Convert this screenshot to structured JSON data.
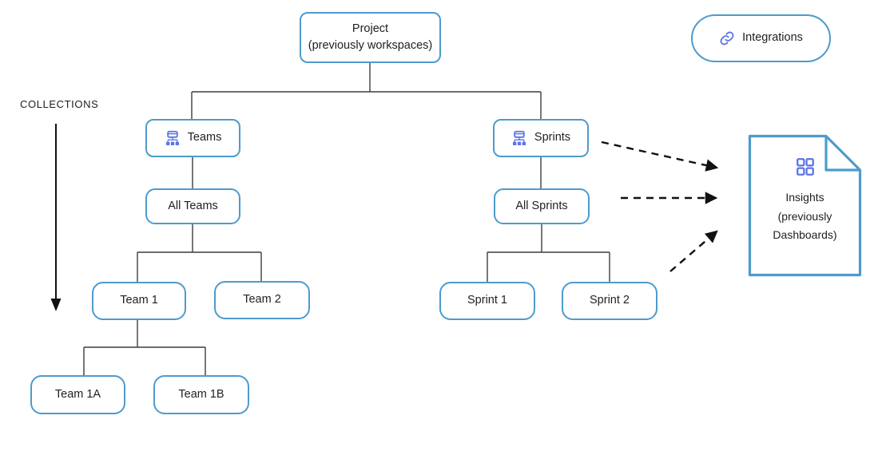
{
  "colors": {
    "node-border": "#4E9BCD",
    "icon-accent": "#5B74E6",
    "connector": "#3d3d3d",
    "arrow": "#111111",
    "text": "#1f1f1f",
    "background": "#ffffff"
  },
  "collections": {
    "label": "COLLECTIONS"
  },
  "nodes": {
    "project": {
      "lines": [
        "Project",
        "(previously workspaces)"
      ]
    },
    "teams": {
      "label": "Teams",
      "icon": "sitemap-icon"
    },
    "all_teams": {
      "label": "All Teams"
    },
    "team1": {
      "label": "Team 1"
    },
    "team2": {
      "label": "Team 2"
    },
    "team1a": {
      "label": "Team 1A"
    },
    "team1b": {
      "label": "Team 1B"
    },
    "sprints": {
      "label": "Sprints",
      "icon": "sitemap-icon"
    },
    "all_sprints": {
      "label": "All Sprints"
    },
    "sprint1": {
      "label": "Sprint 1"
    },
    "sprint2": {
      "label": "Sprint 2"
    },
    "integrations": {
      "label": "Integrations",
      "icon": "link-icon"
    },
    "insights": {
      "lines": [
        "Insights",
        "(previously",
        "Dashboards)"
      ],
      "icon": "grid-icon"
    }
  }
}
